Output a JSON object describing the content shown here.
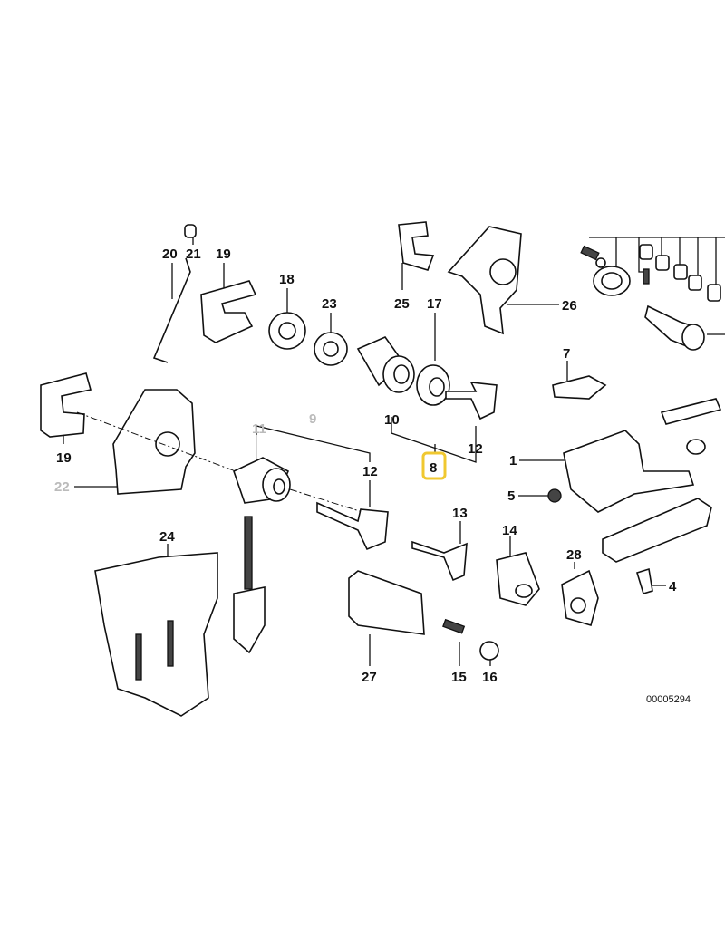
{
  "diagram": {
    "reference_number": "00005294",
    "highlight_color": "#f0c830",
    "labels": {
      "p20": "20",
      "p21": "21",
      "p19a": "19",
      "p18": "18",
      "p23": "23",
      "p25": "25",
      "p17": "17",
      "p26": "26",
      "p7": "7",
      "p19b": "19",
      "p22": "22",
      "p11": "11",
      "p9": "9",
      "p10": "10",
      "p12a": "12",
      "p12b": "12",
      "p8": "8",
      "p1": "1",
      "p5": "5",
      "p24": "24",
      "p13": "13",
      "p14": "14",
      "p28": "28",
      "p4": "4",
      "p27": "27",
      "p15": "15",
      "p16": "16"
    }
  }
}
